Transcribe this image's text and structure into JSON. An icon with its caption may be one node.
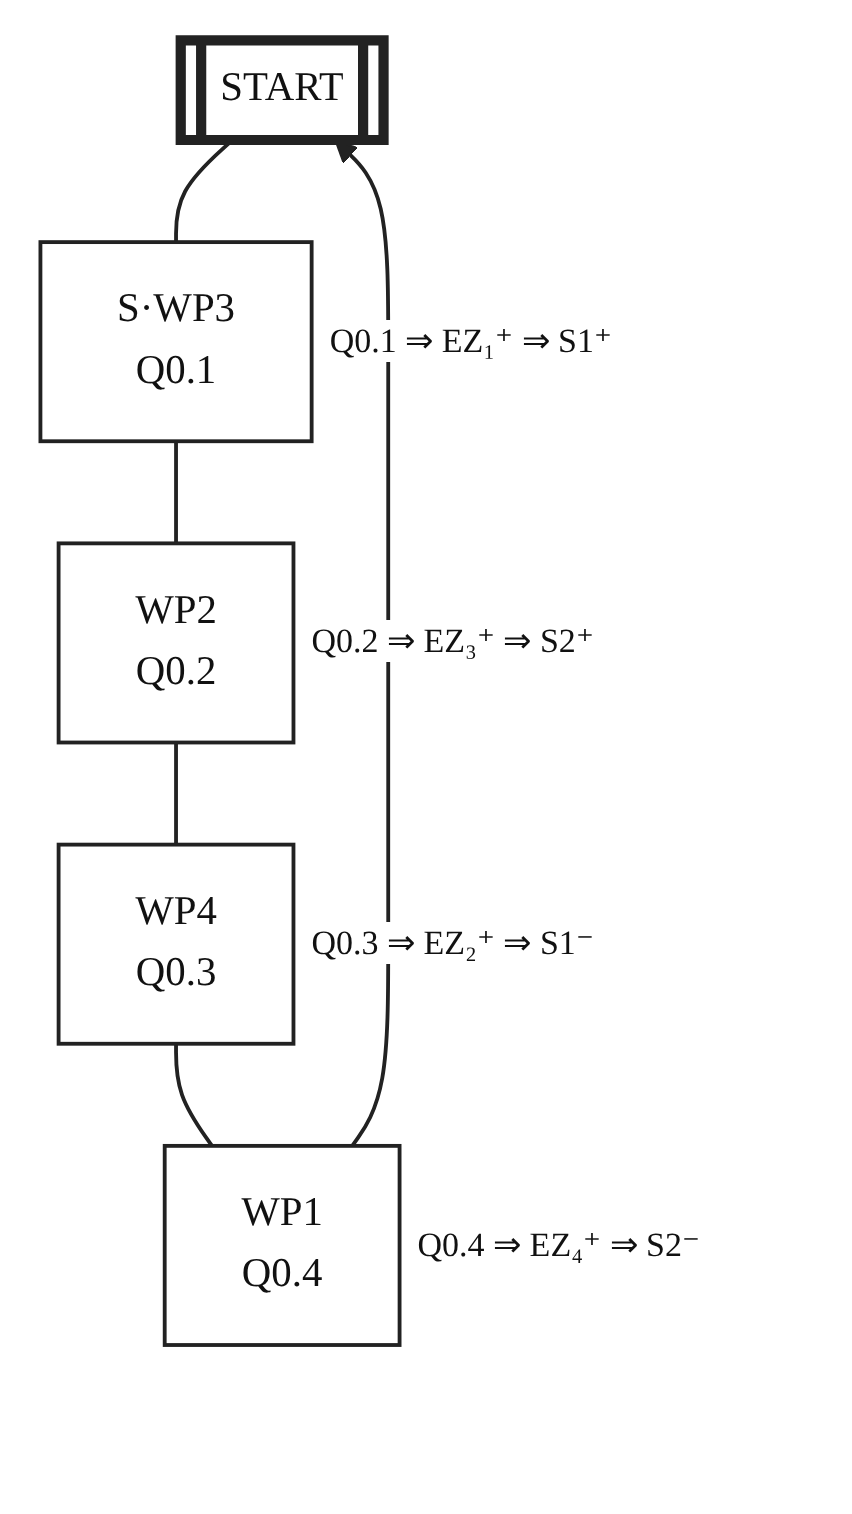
{
  "diagram": {
    "nodes": [
      {
        "text": [
          "START"
        ]
      },
      {
        "text": [
          "S·WP3",
          "Q0.1"
        ],
        "beside": [
          "Q0.1 ⇒ EZ₁⁺ ⇒ S1⁺"
        ]
      },
      {
        "text": [
          "WP2",
          "Q0.2"
        ],
        "beside": [
          "Q0.2 ⇒ EZ₃⁺ ⇒ S2⁺"
        ]
      },
      {
        "text": [
          "WP4",
          "Q0.3"
        ],
        "beside": [
          "Q0.3 ⇒ EZ₂⁺ ⇒ S1⁻"
        ]
      },
      {
        "text": [
          "WP1",
          "Q0.4"
        ],
        "beside": [
          "Q0.4 ⇒ EZ₄⁺ ⇒ S2⁻"
        ]
      }
    ],
    "edges": [
      {
        "from": 0,
        "to": 1,
        "arrow": "none"
      },
      {
        "from": 1,
        "to": 2,
        "arrow": "none"
      },
      {
        "from": 2,
        "to": 3,
        "arrow": "none"
      },
      {
        "from": 3,
        "to": 4,
        "arrow": "none"
      },
      {
        "from": 4,
        "to": 0,
        "arrow": "to"
      }
    ]
  }
}
